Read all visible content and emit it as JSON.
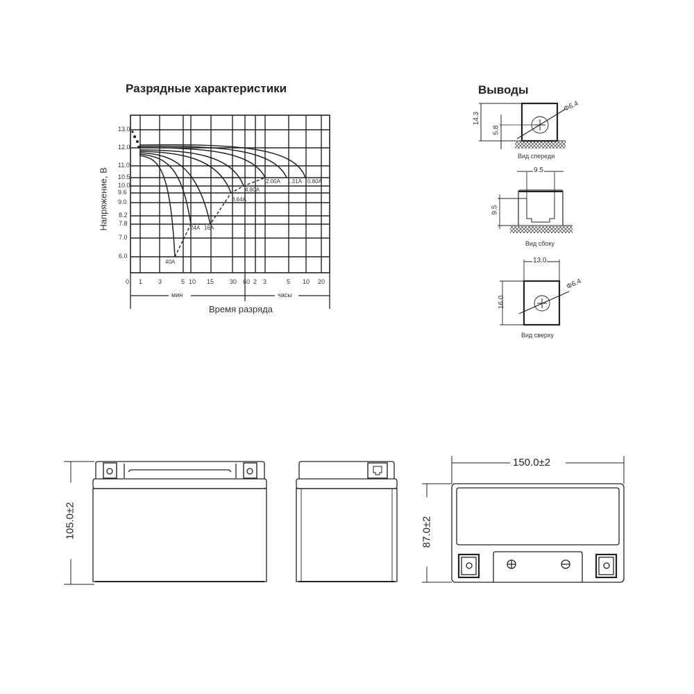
{
  "chart_section": {
    "title": "Разрядные характеристики",
    "ylabel": "Напряжение, В",
    "xlabel": "Время разряда",
    "x_group_min": "мин",
    "x_group_hours": "часы"
  },
  "terminals_section": {
    "title": "Выводы",
    "front": {
      "caption": "Вид спереди",
      "height_total": "14.3",
      "height_post": "5.8",
      "diameter": "Φ6.4"
    },
    "side": {
      "caption": "Вид сбоку",
      "width": "9.5",
      "height": "9.5"
    },
    "top": {
      "caption": "Вид сверху",
      "width": "13.0",
      "height": "16.0",
      "diameter": "Φ6.4"
    }
  },
  "battery_drawings": {
    "front_height": "105.0±2",
    "top_width": "150.0±2",
    "top_depth": "87.0±2",
    "plus_symbol": "⊕",
    "minus_symbol": "⊖"
  },
  "chart_data": {
    "type": "line",
    "title": "Разрядные характеристики",
    "xlabel": "Время разряда",
    "ylabel": "Напряжение, В",
    "x_ticks": [
      "0",
      "1",
      "3",
      "5",
      "10",
      "15",
      "30",
      "60",
      "2",
      "3",
      "5",
      "10",
      "20"
    ],
    "x_units": {
      "minutes": [
        "1",
        "3",
        "5",
        "10",
        "15",
        "30",
        "60"
      ],
      "hours": [
        "2",
        "3",
        "5",
        "10",
        "20"
      ]
    },
    "y_ticks": [
      "13.0",
      "12.0",
      "11.0",
      "10.5",
      "10.0",
      "9.6",
      "9.0",
      "8.2",
      "7.8",
      "7.0",
      "6.0"
    ],
    "ylim": [
      5.3,
      13.7
    ],
    "grid": true,
    "series": [
      {
        "name": "40A",
        "end_time": "~4 min",
        "end_voltage": 6.0
      },
      {
        "name": "24A",
        "end_time": "~6 min",
        "end_voltage": 7.8
      },
      {
        "name": "16A",
        "end_time": "~15 min",
        "end_voltage": 7.8
      },
      {
        "name": "8.64A",
        "end_time": "~30 min",
        "end_voltage": 9.6
      },
      {
        "name": "4.80A",
        "end_time": "~60 min",
        "end_voltage": 10.0
      },
      {
        "name": "2.00A",
        "end_time": "~2.5 h",
        "end_voltage": 10.5
      },
      {
        "name": "1.31A",
        "end_time": "~5 h",
        "end_voltage": 10.5
      },
      {
        "name": "0.80A",
        "end_time": "~10 h",
        "end_voltage": 10.5
      }
    ],
    "start_voltage_range": [
      11.6,
      12.2
    ],
    "annotations": [
      "40A",
      "24A",
      "16A",
      "8.64A",
      "4.80A",
      "2.00A",
      "1.31A",
      "0.80A"
    ]
  }
}
